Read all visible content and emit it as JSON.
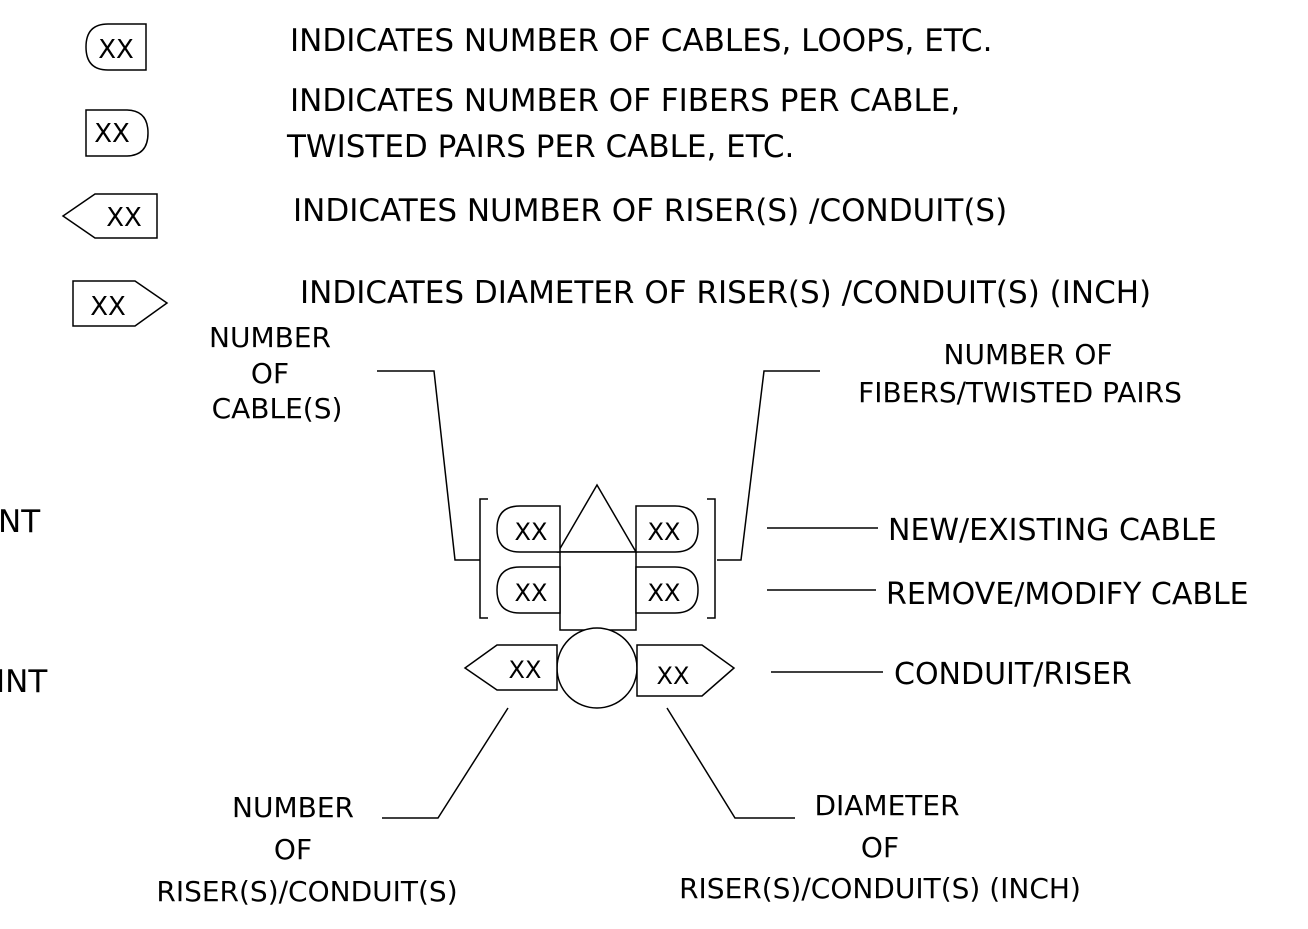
{
  "symbol_text": "XX",
  "legend": {
    "cables_loops": "INDICATES  NUMBER  OF  CABLES, LOOPS, ETC.",
    "fibers_line1": "INDICATES  NUMBER  OF  FIBERS  PER  CABLE,",
    "fibers_line2": "TWISTED   PAIRS  PER  CABLE, ETC.",
    "risers_number": "INDICATES  NUMBER  OF  RISER(S) ∕CONDUIT(S)",
    "risers_diameter": "INDICATES  DIAMETER  OF  RISER(S) ∕CONDUIT(S)  (INCH)"
  },
  "callouts": {
    "number_of_cables": [
      "NUMBER",
      "OF",
      "CABLE(S)"
    ],
    "number_of_fibers": [
      "NUMBER  OF",
      "FIBERS∕TWISTED   PAIRS"
    ],
    "new_existing": "NEW∕EXISTING   CABLE",
    "remove_modify": "REMOVE∕MODIFY  CABLE",
    "conduit_riser": "CONDUIT∕RISER",
    "number_of_risers": [
      "NUMBER",
      "OF",
      "RISER(S)∕CONDUIT(S)"
    ],
    "diameter_of_risers": [
      "DIAMETER",
      "OF",
      "RISER(S)∕CONDUIT(S)  (INCH)"
    ]
  },
  "left_edge_fragments": [
    "NT",
    "INT"
  ]
}
